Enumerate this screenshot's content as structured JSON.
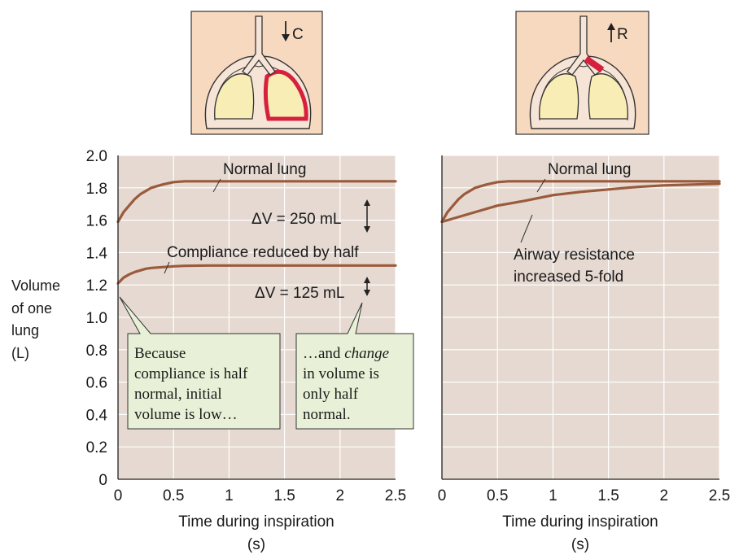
{
  "left_icon": {
    "arrow_label": "C"
  },
  "right_icon": {
    "arrow_label": "R"
  },
  "y_axis": {
    "label_lines": [
      "Volume",
      "of one",
      "lung",
      "(L)"
    ],
    "ticks": [
      "0",
      "0.2",
      "0.4",
      "0.6",
      "0.8",
      "1.0",
      "1.2",
      "1.4",
      "1.6",
      "1.8",
      "2.0"
    ]
  },
  "x_axis": {
    "ticks": [
      "0",
      "0.5",
      "1",
      "1.5",
      "2",
      "2.5"
    ],
    "label_line1": "Time during inspiration",
    "label_line2": "(s)"
  },
  "colors": {
    "plot_bg": "#e5d9d1",
    "curve": "#9a5b3c",
    "note_bg": "#e8f1d7",
    "lung_fill": "#f8edb5",
    "cavity": "#f6e4d7",
    "highlight": "#d7203d",
    "icon_bg": "#f7d9bf"
  },
  "left_panel": {
    "annotations": {
      "normal": "Normal lung",
      "delta_normal": "ΔV = 250 mL",
      "reduced": "Compliance reduced by half",
      "delta_reduced": "ΔV = 125 mL"
    },
    "note1": [
      "Because",
      "compliance is half",
      "normal, initial",
      "volume is low…"
    ],
    "note2": {
      "line1_prefix": "…and ",
      "line1_italic": "change",
      "line2": "in volume is",
      "line3": "only half",
      "line4": "normal."
    }
  },
  "right_panel": {
    "annotations": {
      "normal": "Normal lung",
      "resistance_line1": "Airway resistance",
      "resistance_line2": "increased 5-fold"
    }
  },
  "chart_data": [
    {
      "type": "line",
      "xlabel": "Time during inspiration (s)",
      "ylabel": "Volume of one lung (L)",
      "xlim": [
        0,
        2.5
      ],
      "ylim": [
        0,
        2.0
      ],
      "grid": true,
      "series": [
        {
          "name": "Normal lung",
          "x": [
            0,
            0.05,
            0.1,
            0.15,
            0.2,
            0.25,
            0.3,
            0.35,
            0.4,
            0.5,
            0.6,
            0.8,
            1.0,
            1.5,
            2.0,
            2.5
          ],
          "y": [
            1.59,
            1.65,
            1.69,
            1.73,
            1.76,
            1.78,
            1.8,
            1.81,
            1.82,
            1.835,
            1.84,
            1.84,
            1.84,
            1.84,
            1.84,
            1.84
          ]
        },
        {
          "name": "Compliance reduced by half",
          "x": [
            0,
            0.05,
            0.1,
            0.15,
            0.2,
            0.25,
            0.3,
            0.4,
            0.5,
            0.6,
            0.8,
            1.0,
            1.5,
            2.0,
            2.5
          ],
          "y": [
            1.21,
            1.245,
            1.265,
            1.28,
            1.29,
            1.3,
            1.305,
            1.31,
            1.315,
            1.318,
            1.32,
            1.32,
            1.32,
            1.32,
            1.32
          ]
        }
      ]
    },
    {
      "type": "line",
      "xlabel": "Time during inspiration (s)",
      "xlim": [
        0,
        2.5
      ],
      "ylim": [
        0,
        2.0
      ],
      "grid": true,
      "series": [
        {
          "name": "Normal lung",
          "x": [
            0,
            0.05,
            0.1,
            0.15,
            0.2,
            0.25,
            0.3,
            0.35,
            0.4,
            0.5,
            0.6,
            0.8,
            1.0,
            1.5,
            2.0,
            2.5
          ],
          "y": [
            1.59,
            1.65,
            1.69,
            1.73,
            1.76,
            1.78,
            1.8,
            1.81,
            1.82,
            1.835,
            1.84,
            1.84,
            1.84,
            1.84,
            1.84,
            1.84
          ]
        },
        {
          "name": "Airway resistance increased 5-fold",
          "x": [
            0,
            0.25,
            0.5,
            0.75,
            1.0,
            1.25,
            1.5,
            1.75,
            2.0,
            2.25,
            2.5
          ],
          "y": [
            1.59,
            1.64,
            1.69,
            1.72,
            1.755,
            1.775,
            1.79,
            1.805,
            1.815,
            1.82,
            1.825
          ]
        }
      ]
    }
  ]
}
